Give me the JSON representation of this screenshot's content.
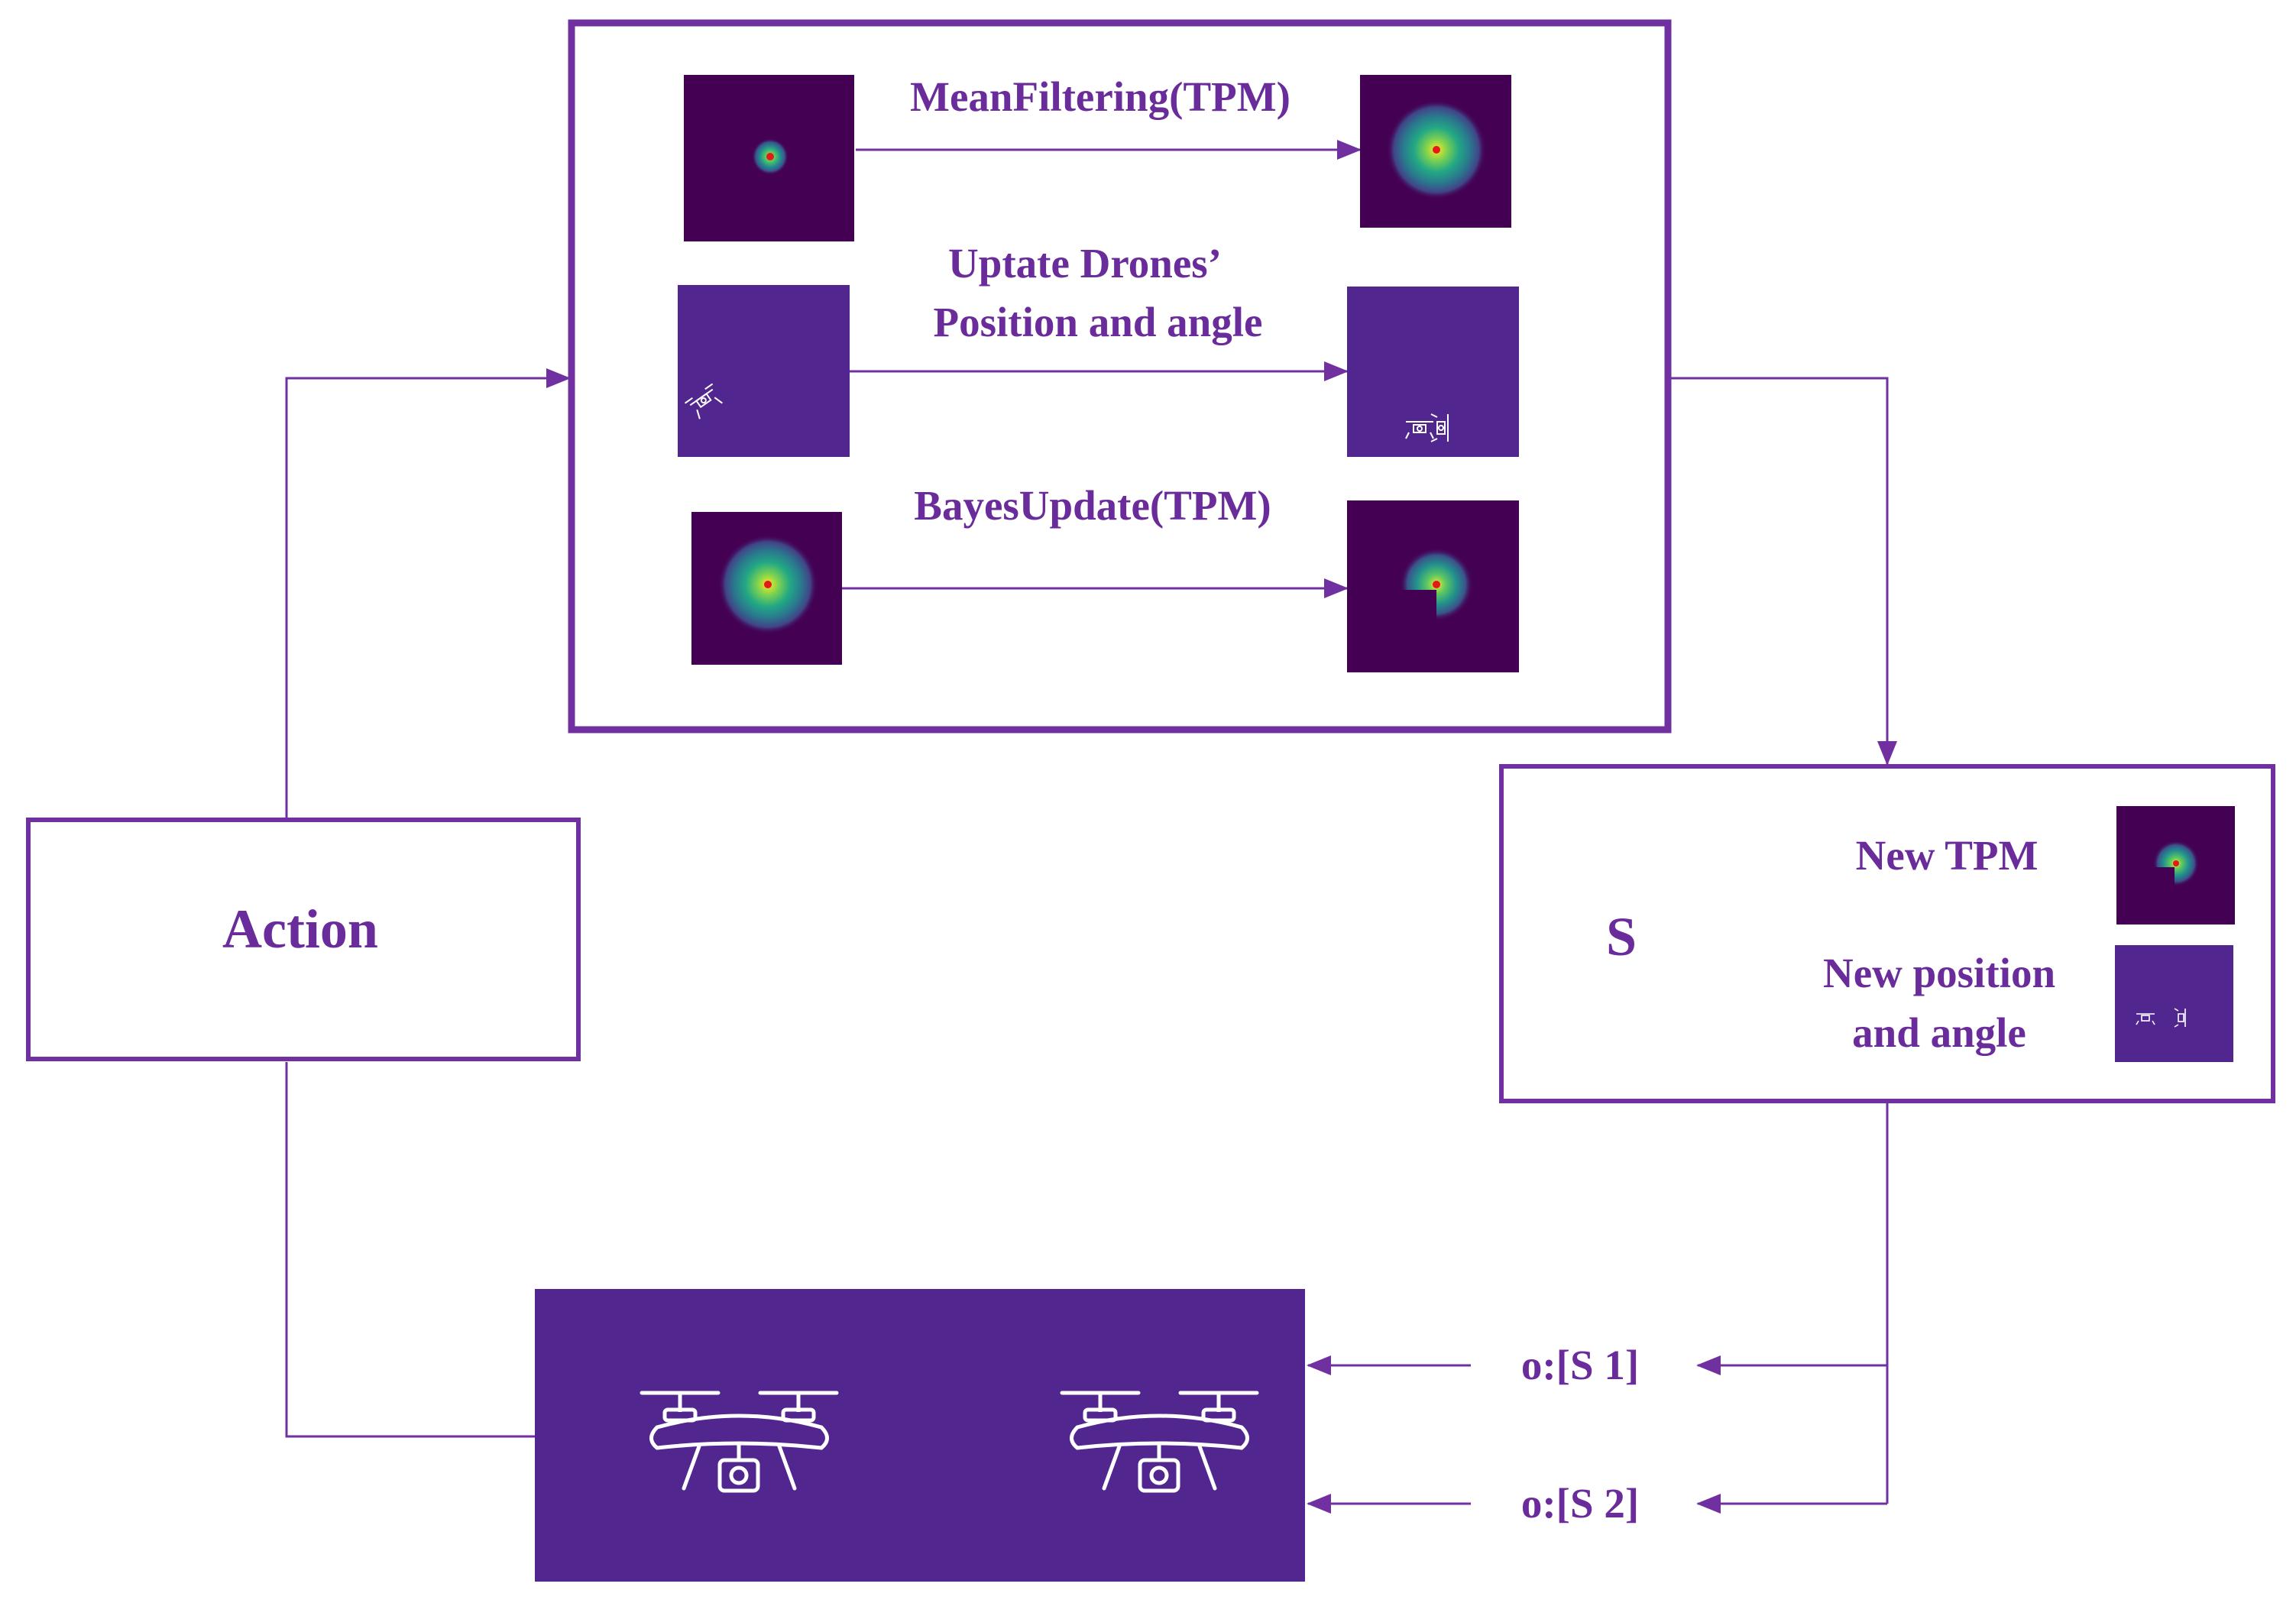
{
  "colors": {
    "border": "#7030a0",
    "label": "#6a2c9a",
    "tpm_bg": "#440154",
    "drone_panel": "#52268f",
    "drone_icon": "#ffffff"
  },
  "update_box": {
    "mean_filter_label": "MeanFiltering(TPM)",
    "drone_update_line1": "Uptate Drones’",
    "drone_update_line2": "Position and angle",
    "bayes_label": "BayesUpdate(TPM)"
  },
  "action_box": {
    "label": "Action"
  },
  "state_box": {
    "symbol": "S",
    "new_tpm_label": "New TPM",
    "new_pos_line1": "New position",
    "new_pos_line2": "and angle"
  },
  "observations": {
    "obs1": "o:[S 1]",
    "obs2": "o:[S 2]"
  },
  "icons": [
    "heatmap-thumbnail",
    "drone-icon",
    "arrow-icon"
  ]
}
